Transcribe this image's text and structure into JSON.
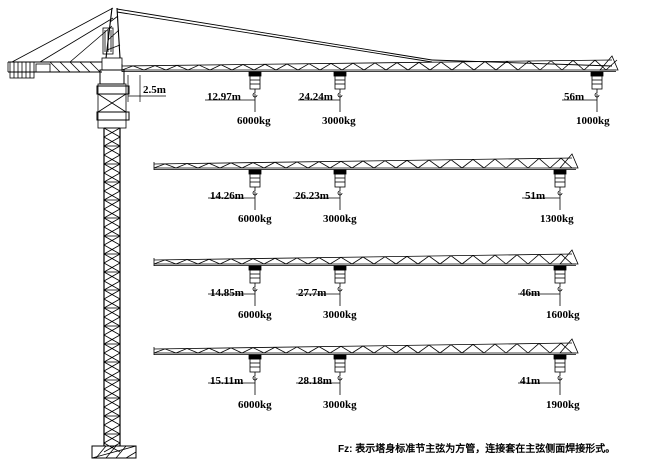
{
  "tower": {
    "offset_label": "2.5m"
  },
  "jibs": [
    {
      "r1": "12.97m",
      "l1": "6000kg",
      "r2": "24.24m",
      "l2": "3000kg",
      "r3": "56m",
      "l3": "1000kg"
    },
    {
      "r1": "14.26m",
      "l1": "6000kg",
      "r2": "26.23m",
      "l2": "3000kg",
      "r3": "51m",
      "l3": "1300kg"
    },
    {
      "r1": "14.85m",
      "l1": "6000kg",
      "r2": "27.7m",
      "l2": "3000kg",
      "r3": "46m",
      "l3": "1600kg"
    },
    {
      "r1": "15.11m",
      "l1": "6000kg",
      "r2": "28.18m",
      "l2": "3000kg",
      "r3": "41m",
      "l3": "1900kg"
    }
  ],
  "footnote": "Fz: 表示塔身标准节主弦为方管，连接套在主弦侧面焊接形式。",
  "colors": {
    "line": "#000000",
    "background": "#ffffff"
  }
}
